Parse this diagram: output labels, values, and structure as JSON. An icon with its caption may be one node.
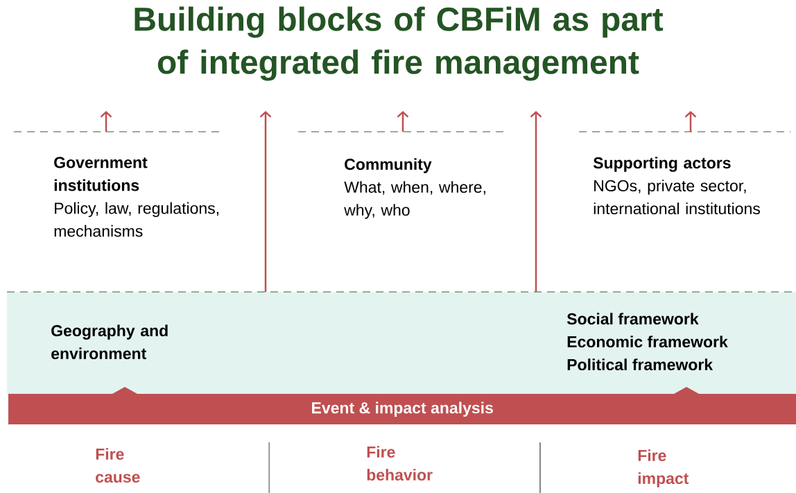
{
  "diagram": {
    "title": "Building blocks of CBFiM as part of integrated fire management",
    "nodes": [
      {
        "text": [
          "Government institutions",
          "Policy, law, regulations, mechanisms"
        ]
      },
      {
        "text": [
          "Community",
          "What, when, where, why, who"
        ]
      },
      {
        "text": [
          "Supporting actors",
          "NGOs, private sector, international institutions"
        ]
      },
      {
        "text": [
          "Geography and environment",
          "Social framework",
          "Economic framework",
          "Political framework"
        ]
      },
      {
        "text": [
          "Event & impact analysis"
        ]
      }
    ],
    "edges": [
      {
        "from": 0,
        "to": null,
        "arrow": "to"
      },
      {
        "from": 3,
        "to": null,
        "arrow": "to"
      },
      {
        "from": 1,
        "to": null,
        "arrow": "to"
      },
      {
        "from": 3,
        "to": null,
        "arrow": "to"
      },
      {
        "from": 2,
        "to": null,
        "arrow": "to"
      }
    ],
    "labels": [
      "Fire cause",
      "Fire behavior",
      "Fire impact"
    ]
  }
}
